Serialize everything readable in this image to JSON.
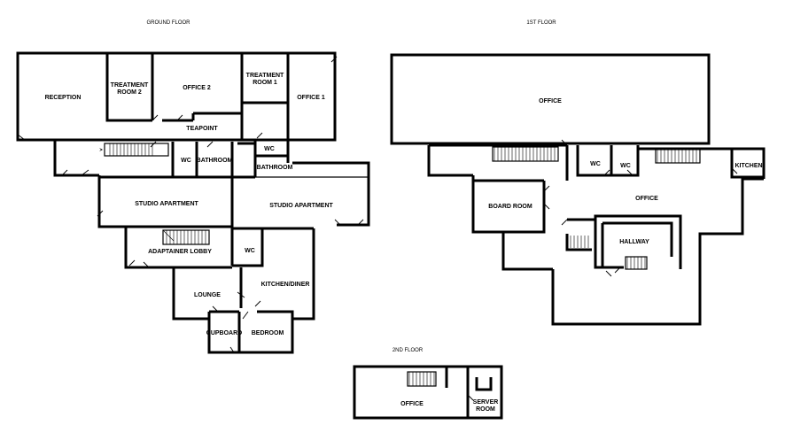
{
  "floors": {
    "ground": {
      "title": "GROUND FLOOR",
      "rooms": {
        "reception": "RECEPTION",
        "treatment2_a": "TREATMENT",
        "treatment2_b": "ROOM 2",
        "office2": "OFFICE 2",
        "treatment1_a": "TREATMENT",
        "treatment1_b": "ROOM 1",
        "office1": "OFFICE 1",
        "teapoint": "TEAPOINT",
        "wc1": "WC",
        "wc2": "WC",
        "bathroom1": "BATHROOM",
        "bathroom2": "BATHROOM",
        "studio1": "STUDIO APARTMENT",
        "studio2": "STUDIO APARTMENT",
        "lobby": "ADAPTAINER LOBBY",
        "wc3": "WC",
        "lounge": "LOUNGE",
        "kitchen_diner": "KITCHEN/DINER",
        "cupboard": "CUPBOARD",
        "bedroom": "BEDROOM"
      }
    },
    "first": {
      "title": "1ST FLOOR",
      "rooms": {
        "office_main": "OFFICE",
        "wc1": "WC",
        "wc2": "WC",
        "kitchen": "KITCHEN",
        "board_room": "BOARD ROOM",
        "office_lower": "OFFICE",
        "hallway": "HALLWAY"
      }
    },
    "second": {
      "title": "2ND FLOOR",
      "rooms": {
        "office": "OFFICE",
        "server_a": "SERVER",
        "server_b": "ROOM"
      }
    }
  }
}
